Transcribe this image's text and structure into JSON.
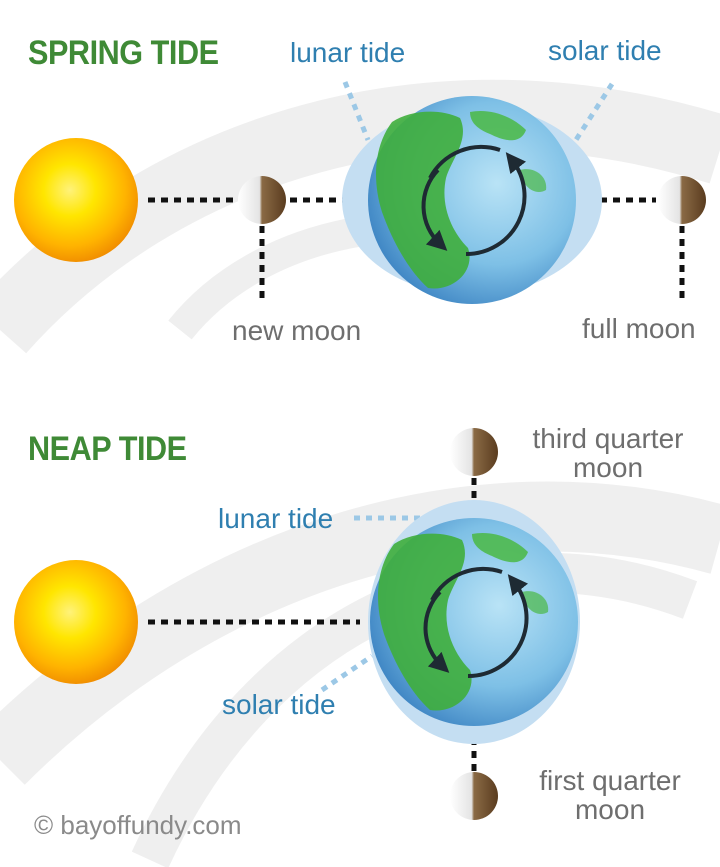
{
  "colors": {
    "heading_green": "#3f8a36",
    "tide_blue": "#2f7fb0",
    "label_gray": "#6e6e6e",
    "sun_core": "#ffe800",
    "sun_edge": "#f59000",
    "ocean_light": "#9fd4ef",
    "ocean_dark": "#3d86c6",
    "land_green": "#3fae3c",
    "tidal_bulge": "#c4def2",
    "moon_dark": "#6b4a2a",
    "moon_light": "#f2f2f2",
    "watermark": "#ececec"
  },
  "icons": [
    "sun-icon",
    "earth-icon",
    "moon-icon",
    "rotation-arrow-icon"
  ],
  "spring": {
    "heading": "SPRING TIDE",
    "lunar_tide": "lunar tide",
    "solar_tide": "solar tide",
    "new_moon": "new moon",
    "full_moon": "full moon"
  },
  "neap": {
    "heading": "NEAP TIDE",
    "lunar_tide": "lunar tide",
    "solar_tide": "solar tide",
    "third_quarter_line1": "third quarter",
    "third_quarter_line2": "moon",
    "first_quarter_line1": "first quarter",
    "first_quarter_line2": "moon"
  },
  "credit": "© bayoffundy.com"
}
